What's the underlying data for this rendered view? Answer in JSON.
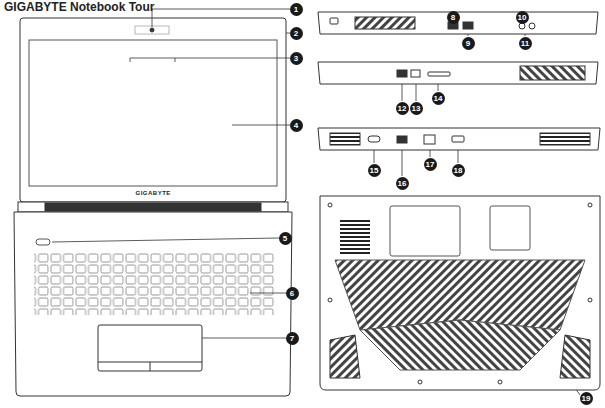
{
  "diagram": {
    "title": "GIGABYTE Notebook Tour",
    "labels": [
      "1",
      "2",
      "3",
      "4",
      "5",
      "6",
      "7",
      "8",
      "9",
      "10",
      "11",
      "12",
      "13",
      "14",
      "15",
      "16",
      "17",
      "18",
      "19",
      "GIGABYTE"
    ]
  }
}
